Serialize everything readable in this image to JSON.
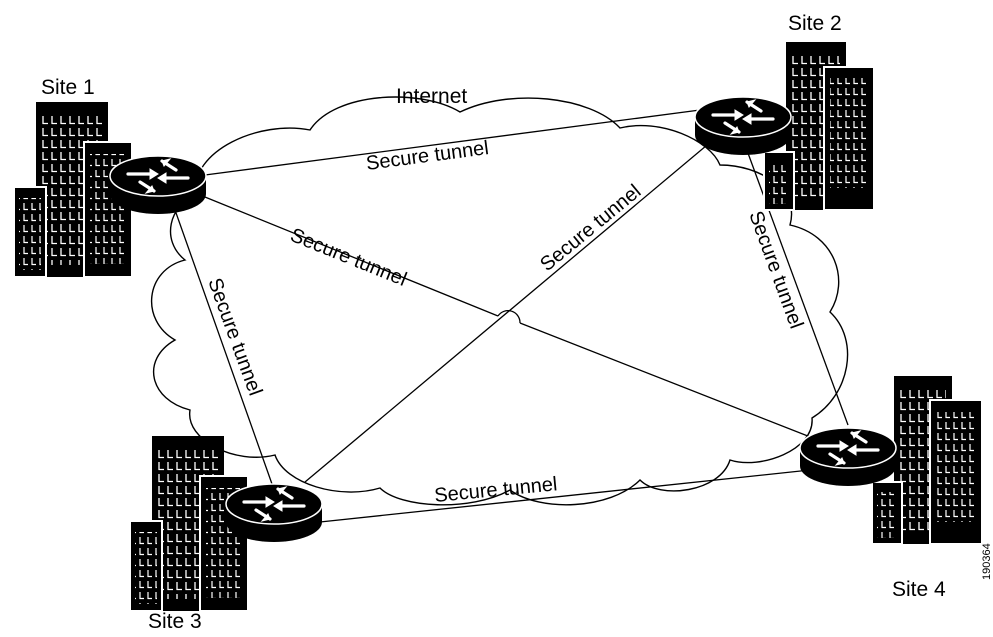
{
  "diagram": {
    "cloud_label": "Internet",
    "tunnel_label": "Secure tunnel",
    "figure_number": "190364",
    "sites": [
      {
        "id": "site1",
        "label": "Site 1",
        "icon": "router-icon"
      },
      {
        "id": "site2",
        "label": "Site 2",
        "icon": "router-icon"
      },
      {
        "id": "site3",
        "label": "Site 3",
        "icon": "router-icon"
      },
      {
        "id": "site4",
        "label": "Site 4",
        "icon": "router-icon"
      }
    ],
    "tunnels": [
      {
        "from": "Site 1",
        "to": "Site 2",
        "label": "Secure tunnel"
      },
      {
        "from": "Site 1",
        "to": "Site 4",
        "label": "Secure tunnel"
      },
      {
        "from": "Site 1",
        "to": "Site 3",
        "label": "Secure tunnel"
      },
      {
        "from": "Site 3",
        "to": "Site 2",
        "label": "Secure tunnel"
      },
      {
        "from": "Site 2",
        "to": "Site 4",
        "label": "Secure tunnel"
      },
      {
        "from": "Site 3",
        "to": "Site 4",
        "label": "Secure tunnel"
      }
    ],
    "colors": {
      "ink": "#000000",
      "paper": "#ffffff"
    }
  }
}
